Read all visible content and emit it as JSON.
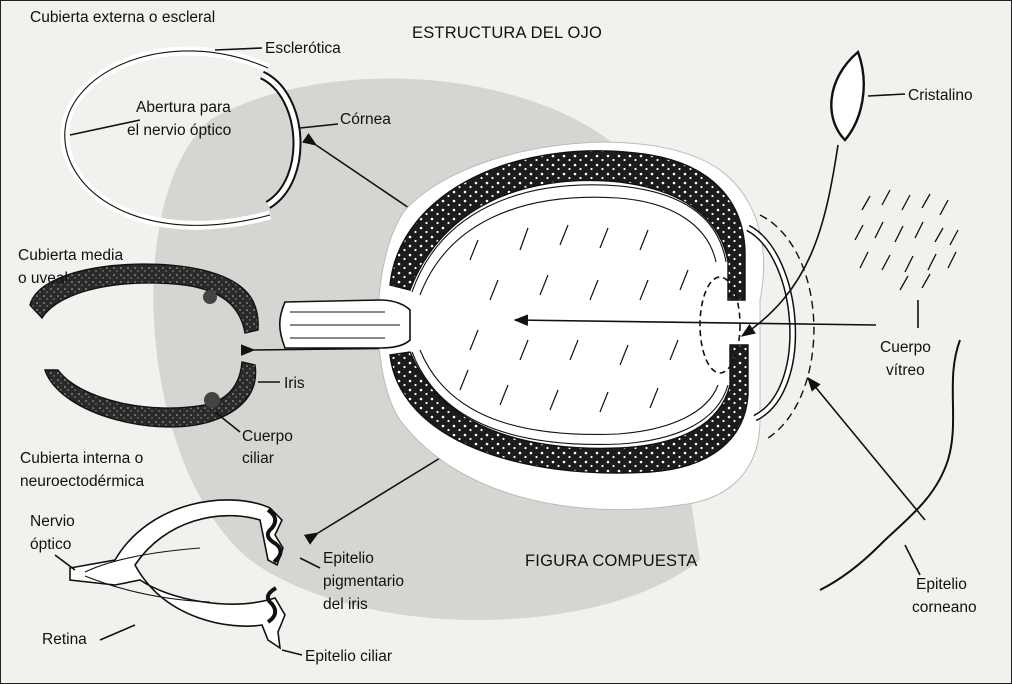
{
  "title": "ESTRUCTURA DEL OJO",
  "subtitle": "FIGURA COMPUESTA",
  "labels": {
    "cubierta_externa": "Cubierta externa o escleral",
    "esclerotica": "Esclerótica",
    "abertura_1": "Abertura para",
    "abertura_2": "el nervio óptico",
    "cornea": "Córnea",
    "cubierta_media_1": "Cubierta media",
    "cubierta_media_2": "o uveal",
    "iris": "Iris",
    "cuerpo_ciliar_1": "Cuerpo",
    "cuerpo_ciliar_2": "ciliar",
    "cubierta_interna_1": "Cubierta interna o",
    "cubierta_interna_2": "neuroectodérmica",
    "nervio_optico_1": "Nervio",
    "nervio_optico_2": "óptico",
    "retina": "Retina",
    "epitelio_pig_1": "Epitelio",
    "epitelio_pig_2": "pigmentario",
    "epitelio_pig_3": "del iris",
    "epitelio_ciliar": "Epitelio ciliar",
    "cristalino": "Cristalino",
    "cuerpo_vitreo_1": "Cuerpo",
    "cuerpo_vitreo_2": "vítreo",
    "epitelio_corneano_1": "Epitelio",
    "epitelio_corneano_2": "corneano"
  },
  "colors": {
    "paper": "#f2f1ee",
    "shadow": "#d4d3d0",
    "ink": "#111111",
    "dark_layer": "#1c1c1c"
  }
}
